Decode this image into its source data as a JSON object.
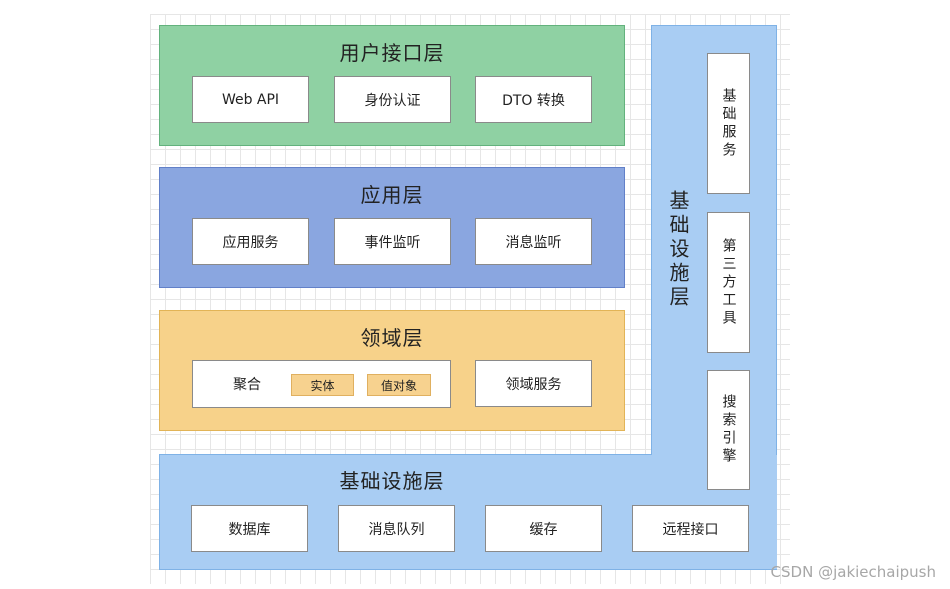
{
  "layers": {
    "user_interface": {
      "title": "用户接口层",
      "items": [
        "Web API",
        "身份认证",
        "DTO 转换"
      ],
      "color": "#8fd1a3"
    },
    "application": {
      "title": "应用层",
      "items": [
        "应用服务",
        "事件监听",
        "消息监听"
      ],
      "color": "#8aa6e0"
    },
    "domain": {
      "title": "领域层",
      "aggregate": {
        "label": "聚合",
        "parts": [
          "实体",
          "值对象"
        ]
      },
      "service": "领域服务",
      "color": "#f7d28a"
    },
    "infrastructure": {
      "title": "基础设施层",
      "items": [
        "数据库",
        "消息队列",
        "缓存",
        "远程接口"
      ],
      "vertical_title": "基础设施层",
      "side_items": [
        "基础服务",
        "第三方工具",
        "搜索引擎"
      ],
      "color": "#a9cdf3"
    }
  },
  "watermark": "CSDN @jakiechaipush"
}
